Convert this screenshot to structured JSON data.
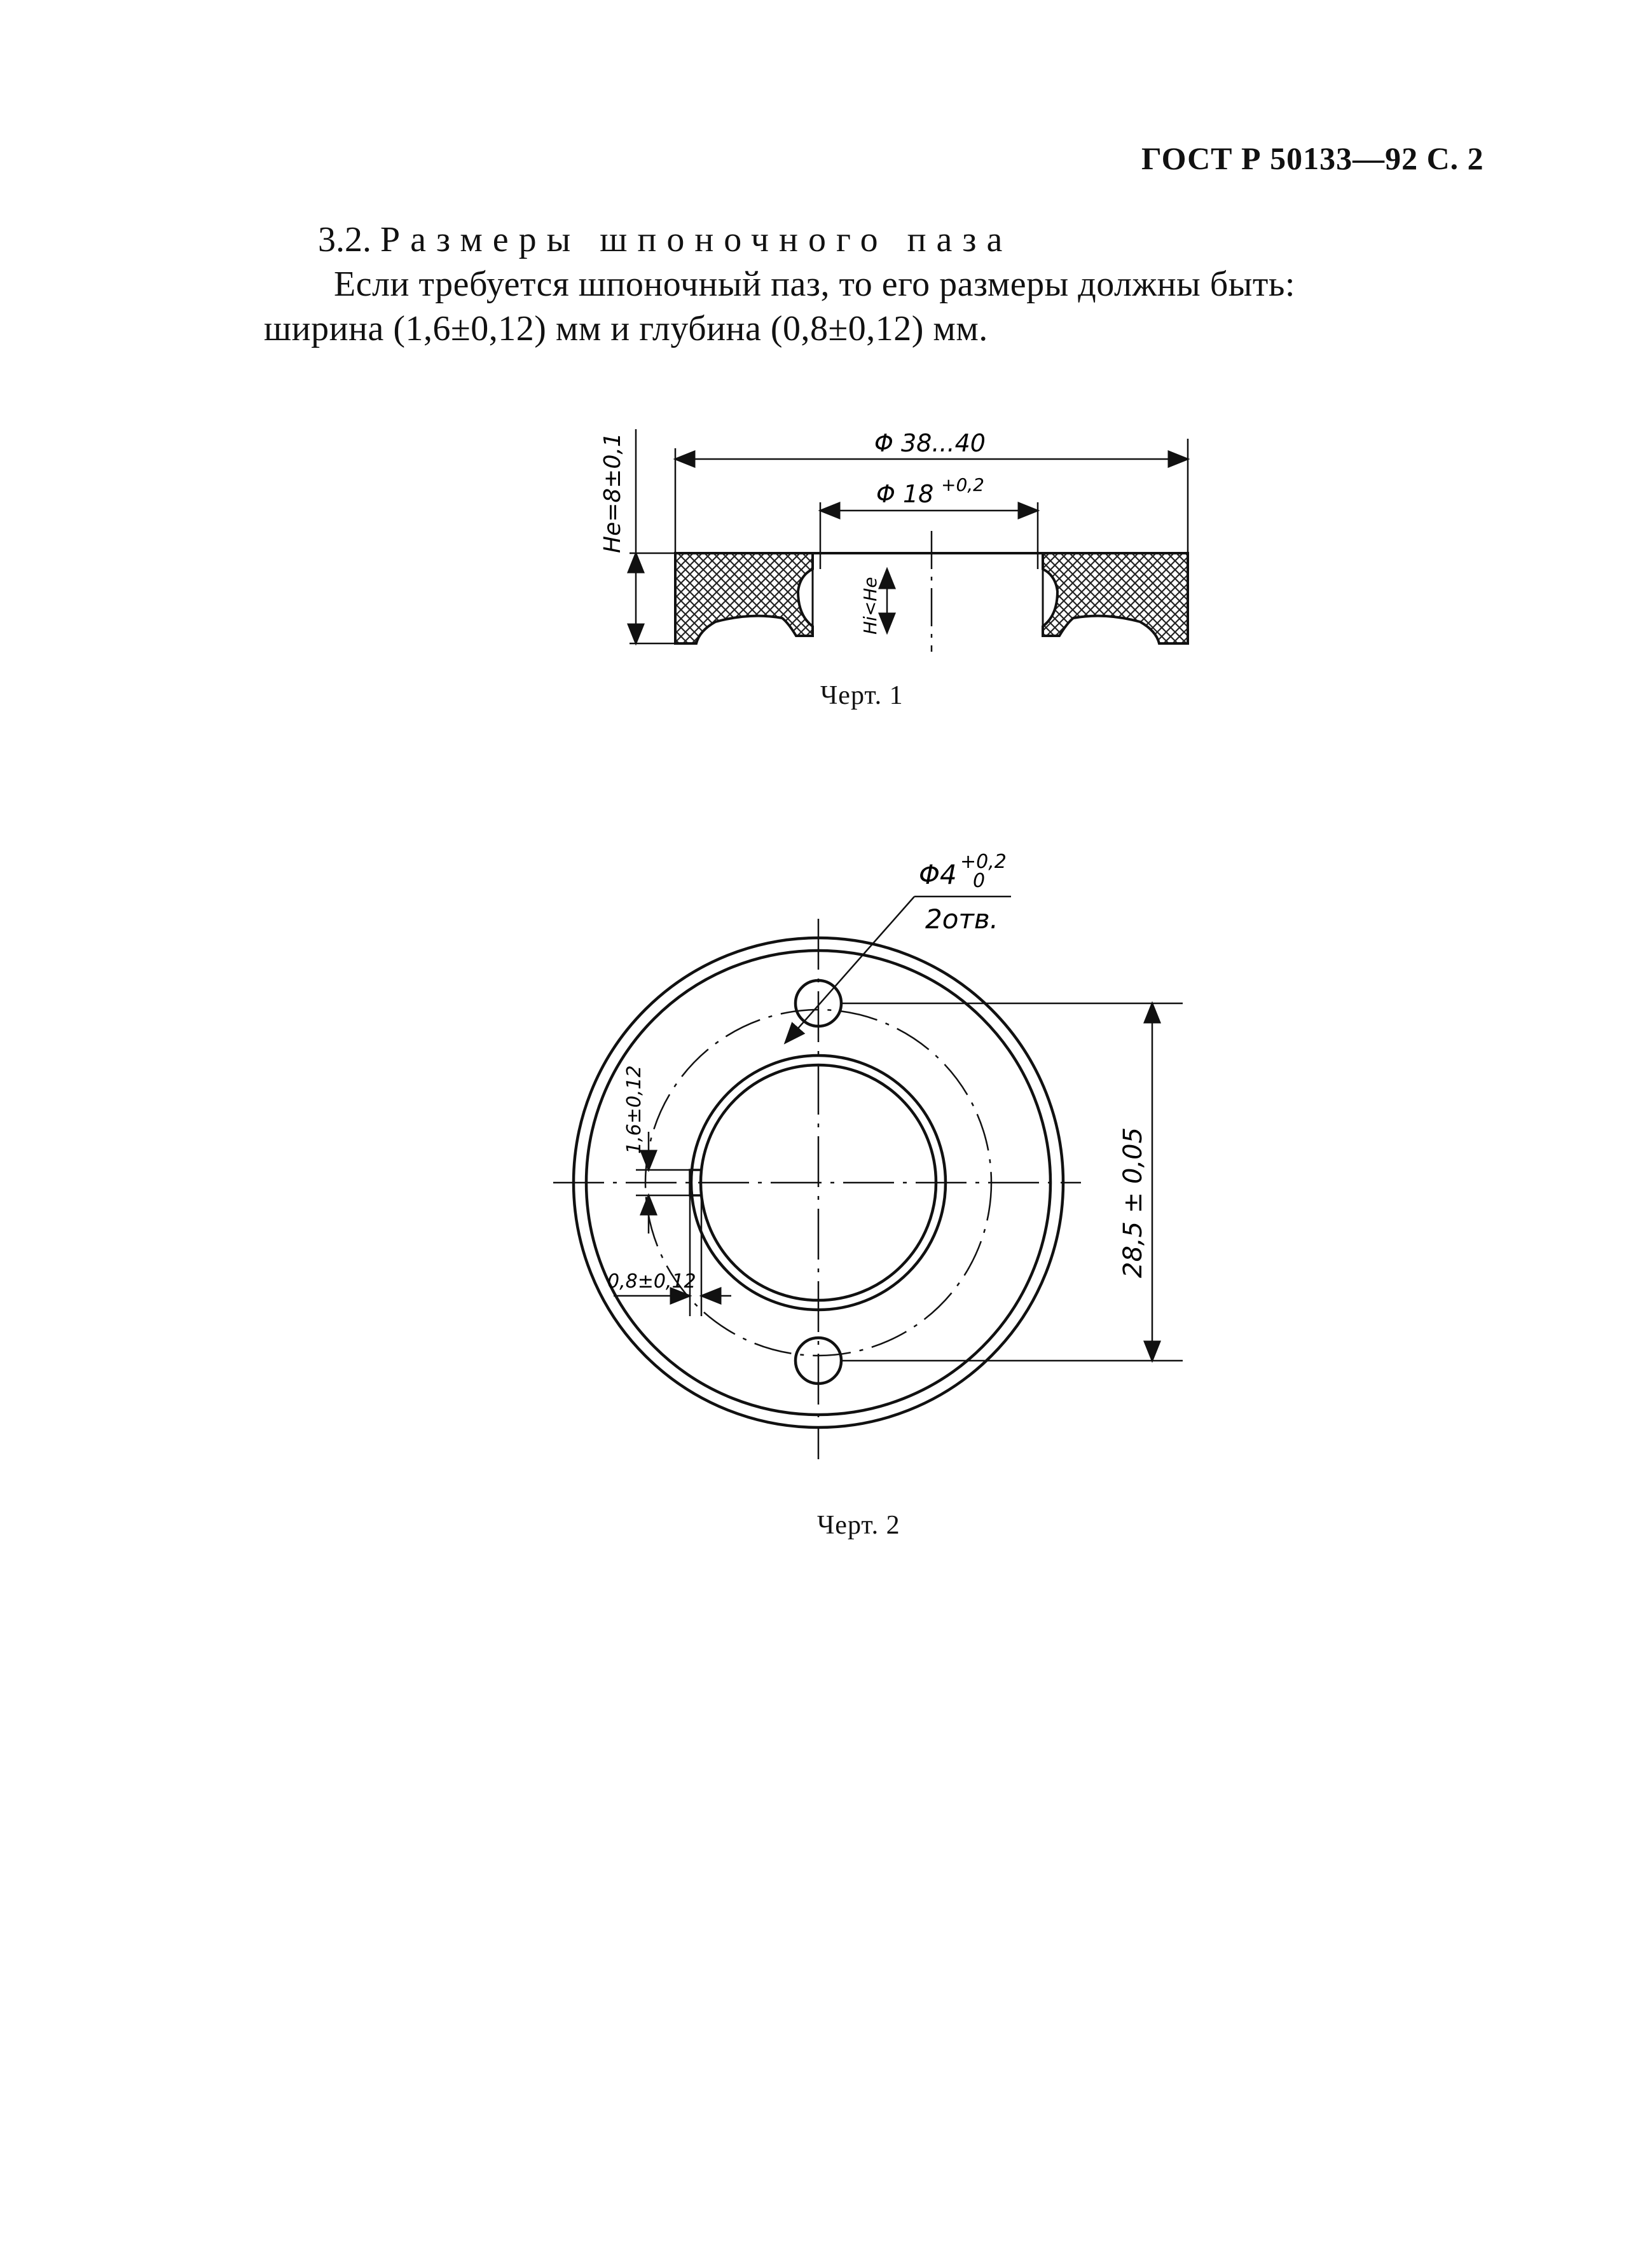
{
  "header": {
    "doc_ref": "ГОСТ Р 50133—92 С. 2"
  },
  "section": {
    "number": "3.2.",
    "title": "Размеры шпоночного паза",
    "line1": "Если требуется шпоночный паз, то его размеры должны быть:",
    "line2": "ширина (1,6±0,12) мм и глубина (0,8±0,12) мм."
  },
  "figure1": {
    "caption": "Черт. 1",
    "dim_outer": "Φ 38...40",
    "dim_inner": "Φ 18",
    "dim_inner_tol": "+0,2",
    "dim_height": "He=8±0,1",
    "dim_hi": "Hi<He"
  },
  "figure2": {
    "caption": "Черт. 2",
    "hole_dim": "Φ4",
    "hole_tol_upper": "+0,2",
    "hole_tol_lower": "0",
    "hole_count": "2отв.",
    "key_width": "1,6±0,12",
    "key_depth": "0,8±0,12",
    "center_dist": "28,5 ± 0,05"
  }
}
